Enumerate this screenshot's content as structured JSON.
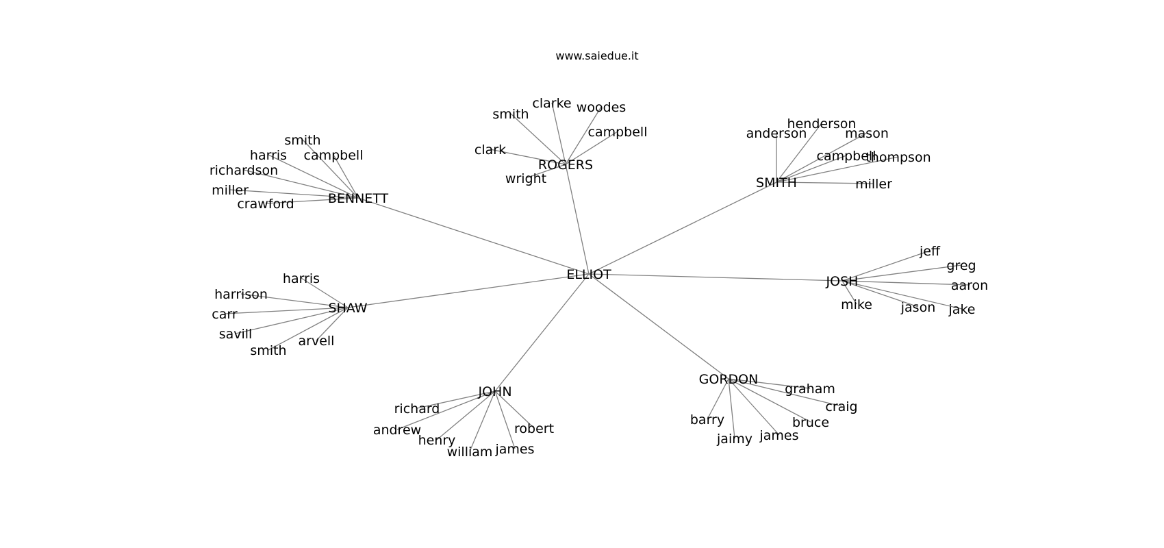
{
  "title": "www.saiedue.it",
  "colors": {
    "edge": "#808080",
    "text": "#000000",
    "background": "#ffffff"
  },
  "graph": {
    "root": "ELLIOT",
    "hubs": [
      {
        "name": "BENNETT",
        "leaves": [
          "smith",
          "harris",
          "campbell",
          "richardson",
          "miller",
          "crawford"
        ]
      },
      {
        "name": "ROGERS",
        "leaves": [
          "clarke",
          "woodes",
          "smith",
          "campbell",
          "clark",
          "wright"
        ]
      },
      {
        "name": "SMITH",
        "leaves": [
          "henderson",
          "anderson",
          "mason",
          "campbell",
          "thompson",
          "miller"
        ]
      },
      {
        "name": "JOSH",
        "leaves": [
          "jeff",
          "greg",
          "aaron",
          "mike",
          "jason",
          "jake"
        ]
      },
      {
        "name": "SHAW",
        "leaves": [
          "harris",
          "harrison",
          "carr",
          "savill",
          "arvell",
          "smith"
        ]
      },
      {
        "name": "JOHN",
        "leaves": [
          "richard",
          "andrew",
          "henry",
          "robert",
          "william",
          "james"
        ]
      },
      {
        "name": "GORDON",
        "leaves": [
          "graham",
          "craig",
          "barry",
          "bruce",
          "james",
          "jaimy"
        ]
      }
    ]
  }
}
